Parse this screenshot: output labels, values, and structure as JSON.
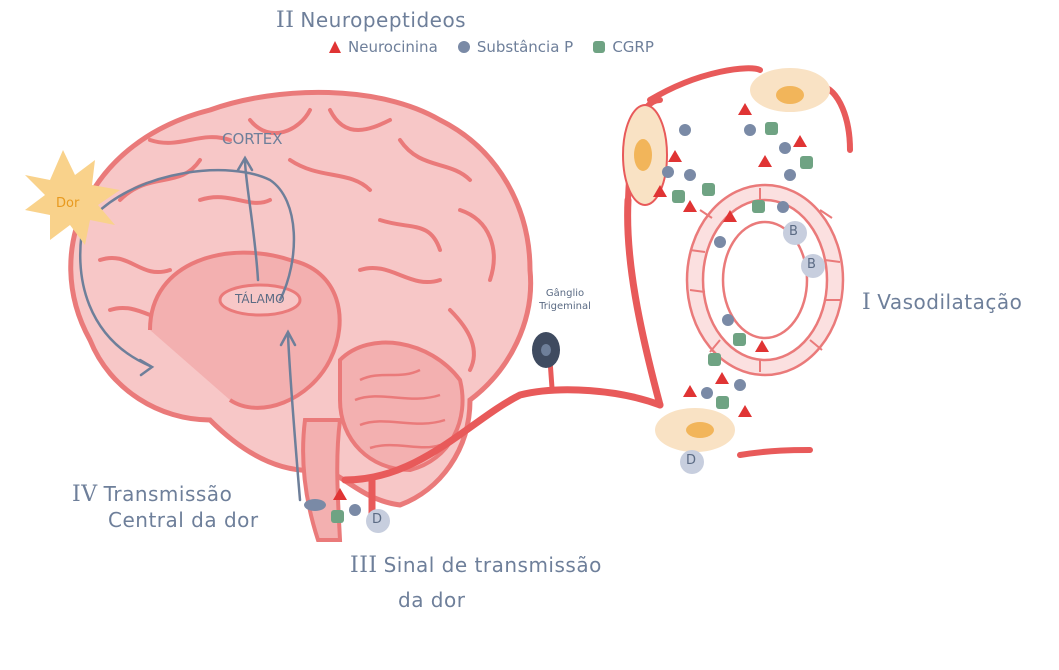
{
  "section_II": {
    "numeral": "II",
    "title": "Neuropeptideos"
  },
  "legend": [
    {
      "label": "Neurocinina",
      "icon": "red-triangle-icon",
      "color": "#e03434"
    },
    {
      "label": "Substância P",
      "icon": "blue-dot-icon",
      "color": "#7a8aa6"
    },
    {
      "label": "CGRP",
      "icon": "green-square-icon",
      "color": "#6fa383"
    }
  ],
  "section_I": {
    "numeral": "I",
    "title": "Vasodilatação"
  },
  "section_III": {
    "numeral": "III",
    "line1": "Sinal de transmissão",
    "line2": "da dor"
  },
  "section_IV": {
    "numeral": "IV",
    "line1": "Transmissão",
    "line2": "Central da dor"
  },
  "labels": {
    "cortex": "CORTEX",
    "talamo": "TÁLAMO",
    "dor": "Dor",
    "ganglio_line1": "Gânglio",
    "ganglio_line2": "Trigeminal"
  },
  "receptors": {
    "b": "B",
    "d": "D"
  },
  "colors": {
    "brain_fill": "#f7c7c7",
    "brain_line": "#ea7a7a",
    "nerve": "#e85a5a",
    "text": "#6e7f9a",
    "dor_star": "#f9d28b",
    "dor_text": "#e89a1f",
    "cell_fill": "#f9e2c4",
    "nucleus": "#f2b55a",
    "receptor": "#c7cede",
    "ganglion": "#3f4b60"
  }
}
